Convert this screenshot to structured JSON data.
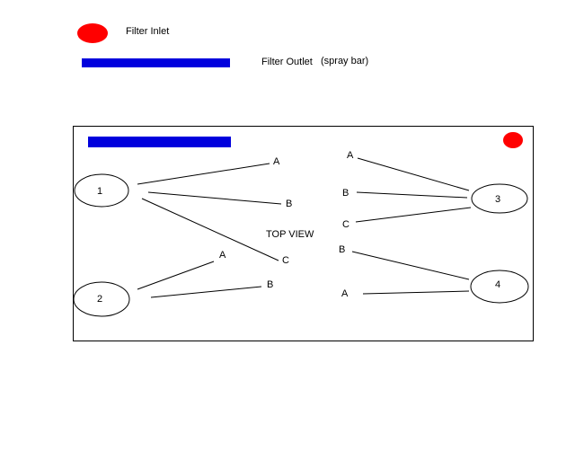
{
  "colors": {
    "inlet": "#ff0000",
    "outlet": "#0000dd",
    "line": "#000000",
    "background": "#ffffff"
  },
  "legend": {
    "inlet_label": "Filter Inlet",
    "outlet_label": "Filter Outlet",
    "outlet_note": "(spray bar)"
  },
  "diagram": {
    "view_label": "TOP VIEW",
    "nodes": [
      {
        "id": "1",
        "label": "1"
      },
      {
        "id": "2",
        "label": "2"
      },
      {
        "id": "3",
        "label": "3"
      },
      {
        "id": "4",
        "label": "4"
      }
    ],
    "branch_labels": {
      "n1_a": "A",
      "n1_b": "B",
      "n1_c": "C",
      "n2_a": "A",
      "n2_b": "B",
      "n3_a": "A",
      "n3_b": "B",
      "n3_c": "C",
      "n4_b": "B",
      "n4_a": "A"
    }
  }
}
